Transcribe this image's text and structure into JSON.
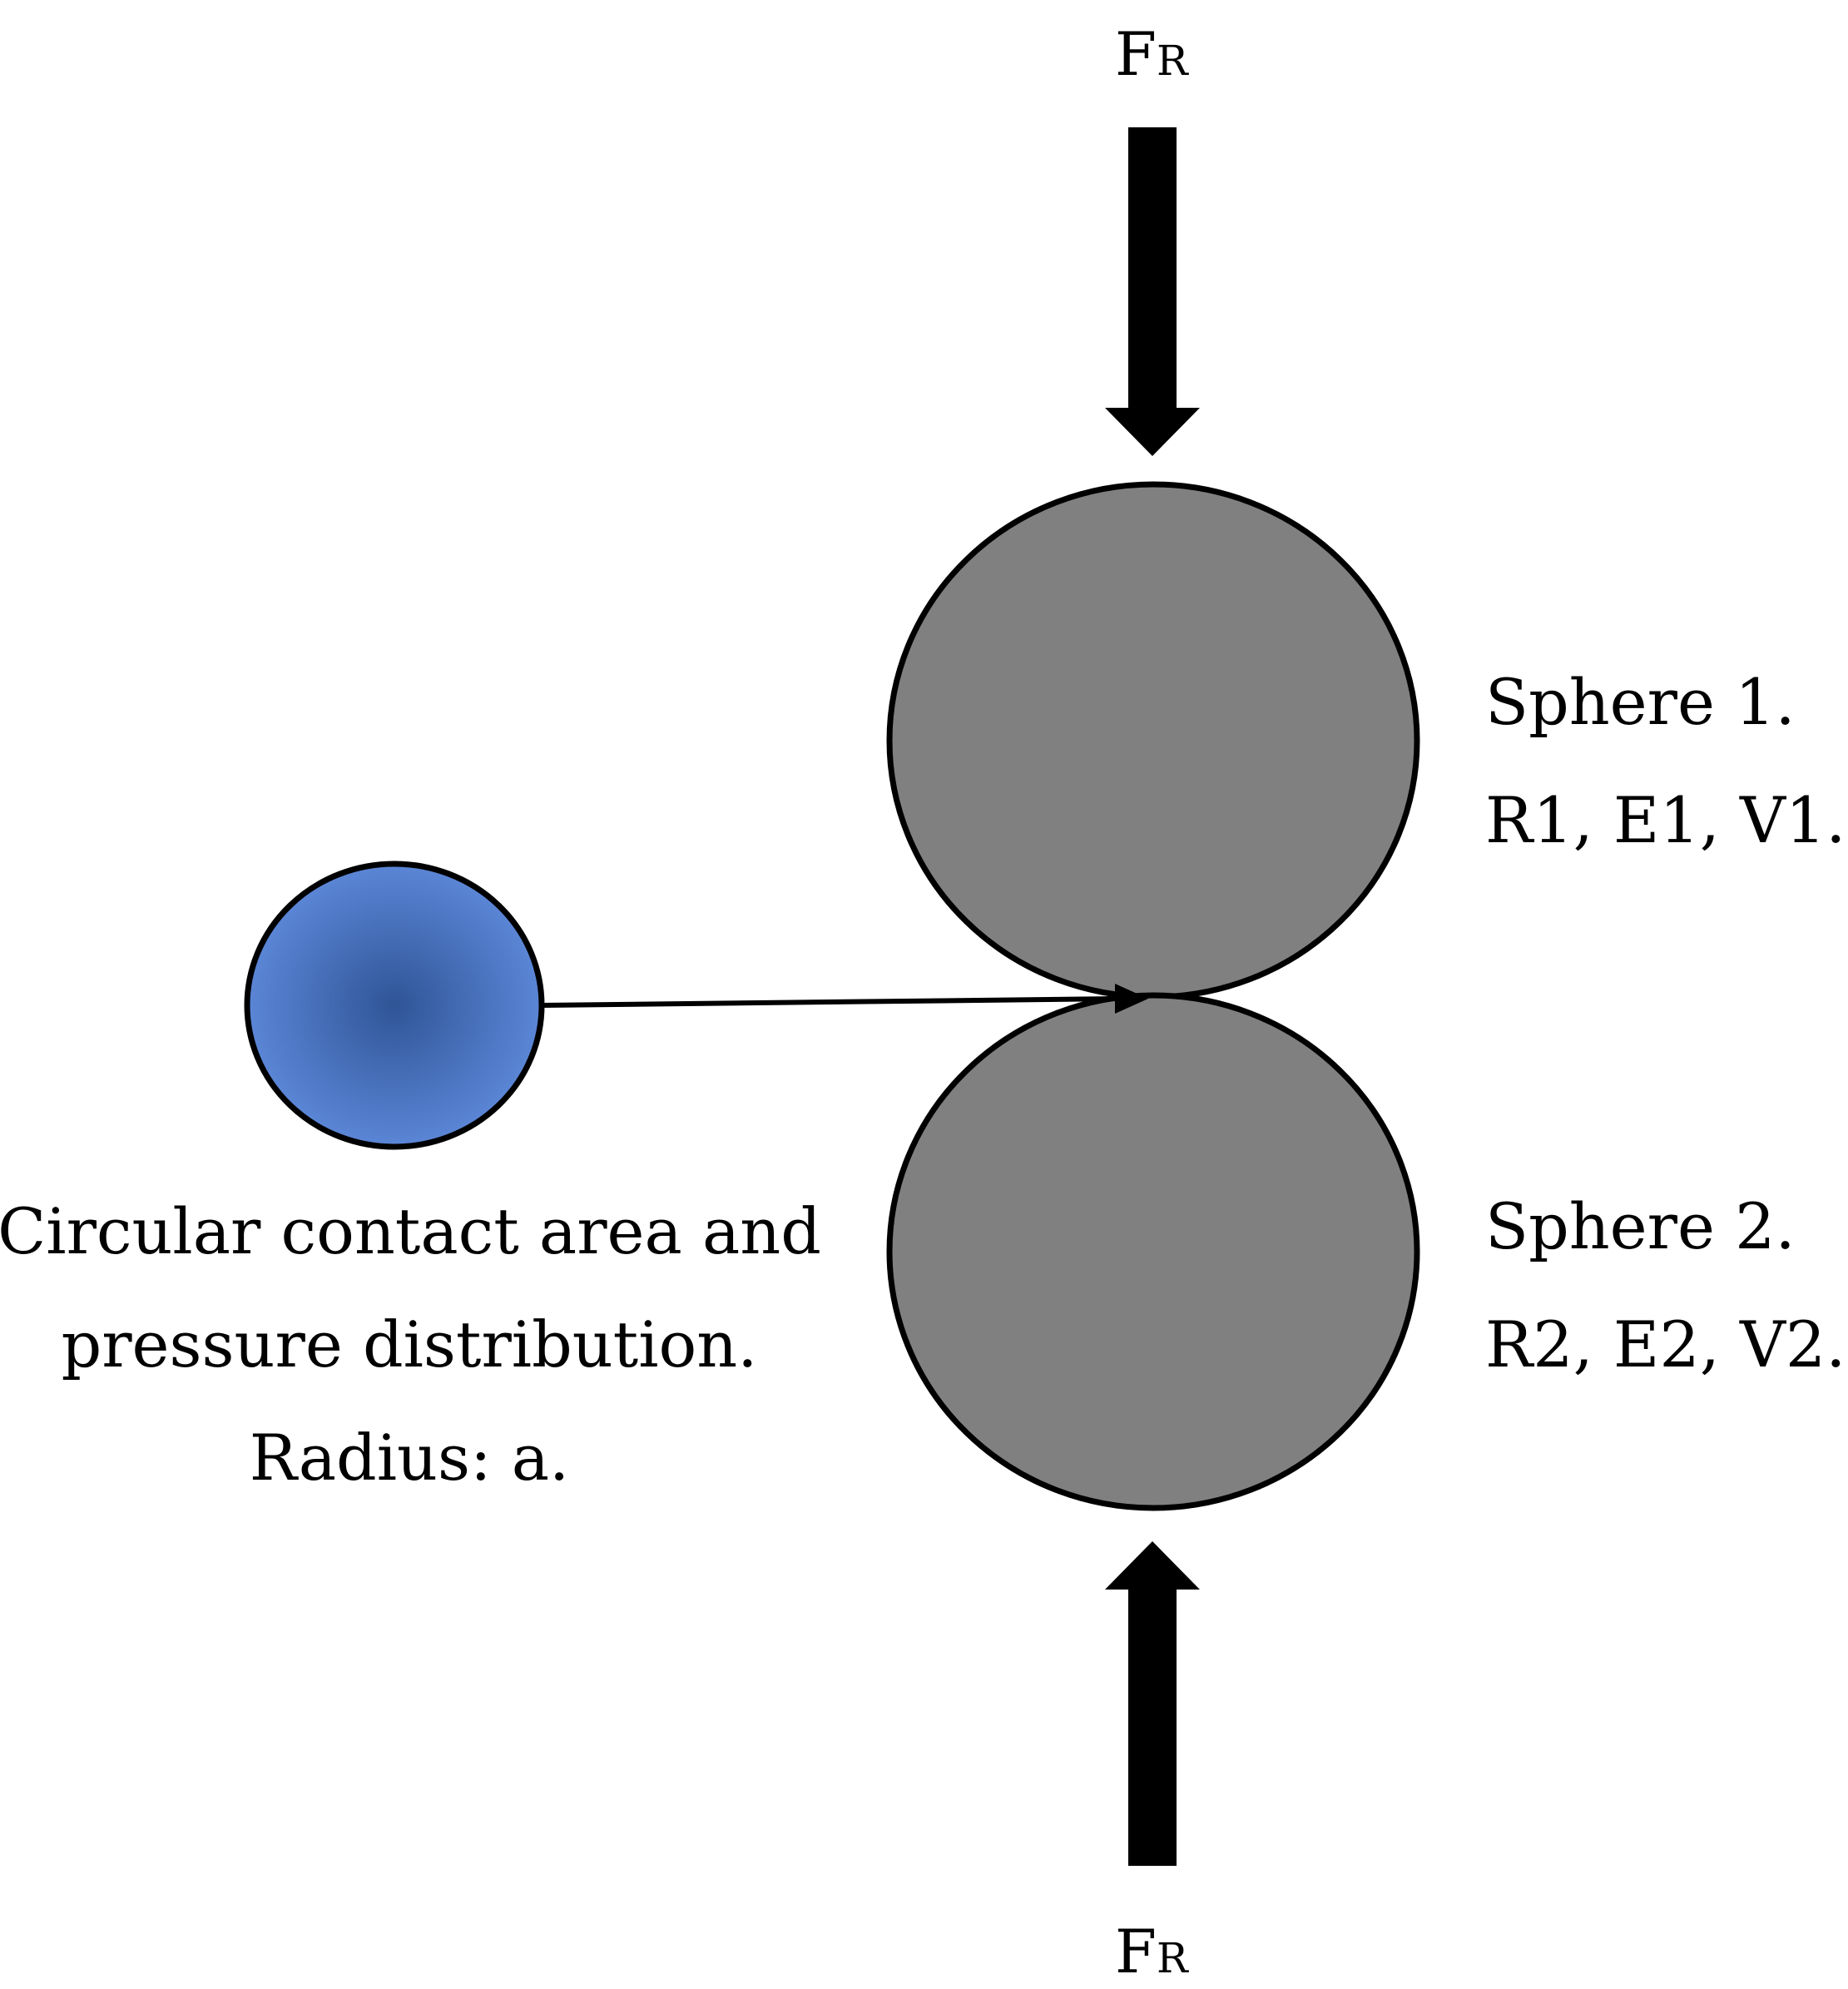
{
  "force": {
    "symbol": "F",
    "subscript": "R"
  },
  "sphere1": {
    "name": "Sphere 1.",
    "params": "R1, E1, V1."
  },
  "sphere2": {
    "name": "Sphere 2.",
    "params": "R2, E2, V2."
  },
  "contact": {
    "line1": "Circular contact area and",
    "line2": "pressure distribution.",
    "line3": "Radius: a."
  },
  "colors": {
    "sphere_fill": "#808080",
    "contact_center": "#2f5597",
    "contact_edge": "#5b86d6",
    "outline": "#000000"
  }
}
